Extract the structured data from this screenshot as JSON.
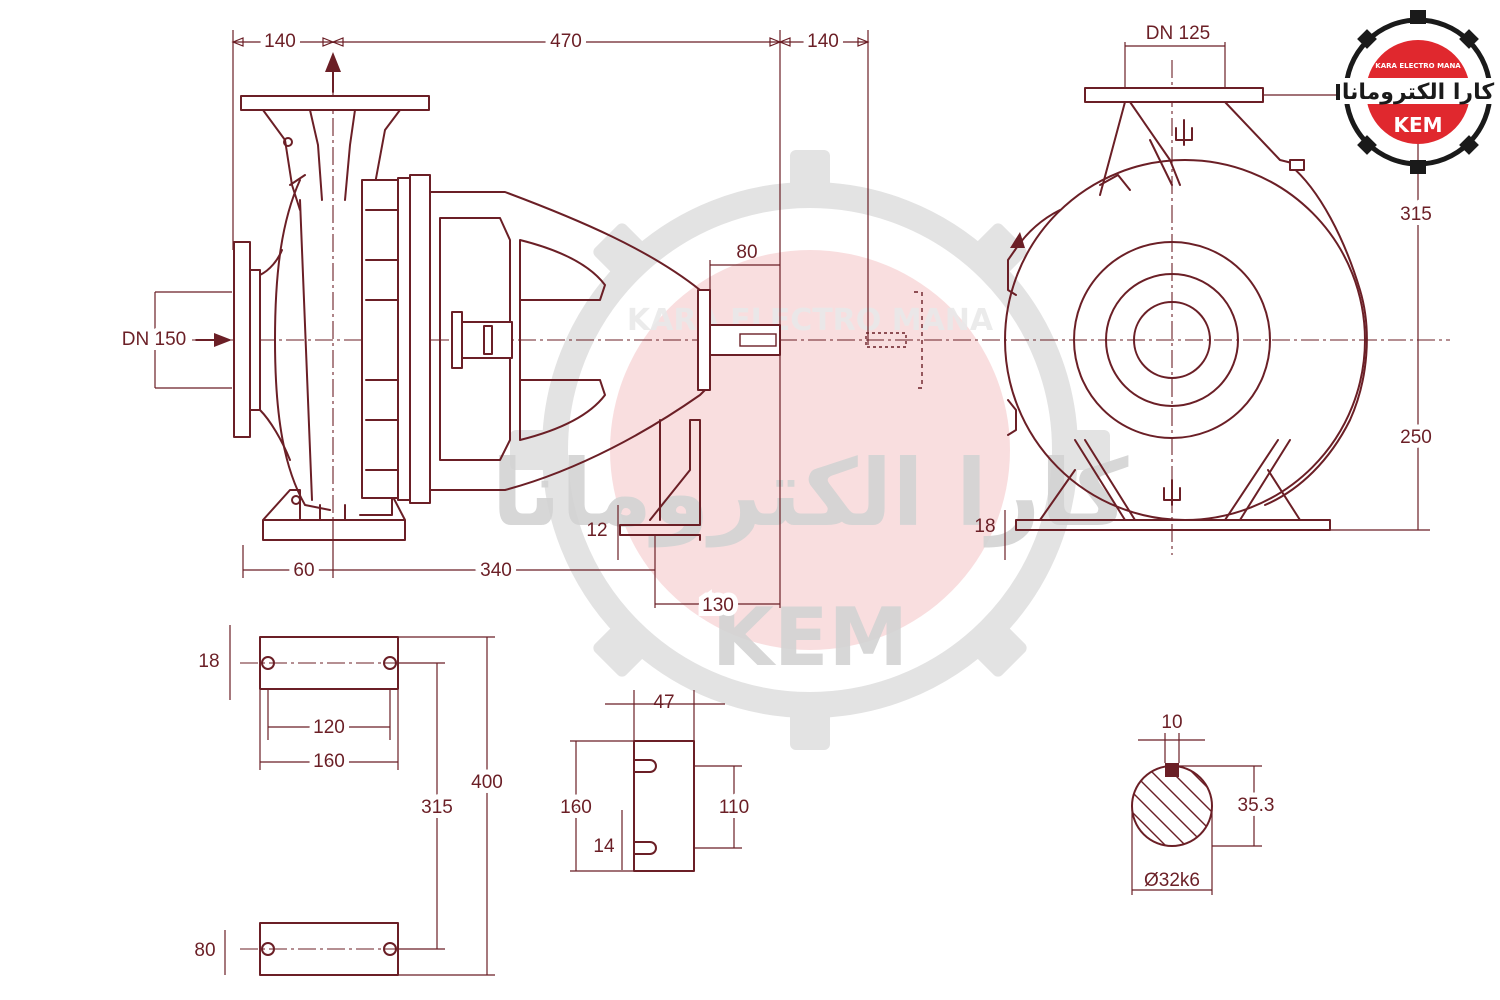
{
  "dimensions": {
    "top_140_left": "140",
    "top_470": "470",
    "top_140_right": "140",
    "dn150": "DN 150",
    "dn125": "DN 125",
    "shaft_80": "80",
    "base_60": "60",
    "base_340": "340",
    "base_12": "12",
    "base_130": "130",
    "side_315": "315",
    "side_250": "250",
    "side_18": "18",
    "plate_18": "18",
    "plate_120": "120",
    "plate_160": "160",
    "plate_315": "315",
    "plate_400": "400",
    "plate_80": "80",
    "foot_47": "47",
    "foot_160": "160",
    "foot_110": "110",
    "foot_14": "14",
    "key_10": "10",
    "key_353": "35.3",
    "shaft_dia": "Ø32k6"
  },
  "logo": {
    "ring_text": "KARA ELECTRO MANA",
    "name_fa": "کارا الکترومانا",
    "abbr": "KEM",
    "red": "#e0282e",
    "dark": "#1a1a1a"
  },
  "watermark": {
    "name_fa": "کارا الکترومانا",
    "abbr": "KEM",
    "ring_text": "KARA ELECTRO MANA"
  },
  "colors": {
    "line": "#6b1f26",
    "watermark_gray": "#d9d9d9",
    "watermark_red": "#f4c7c9"
  }
}
